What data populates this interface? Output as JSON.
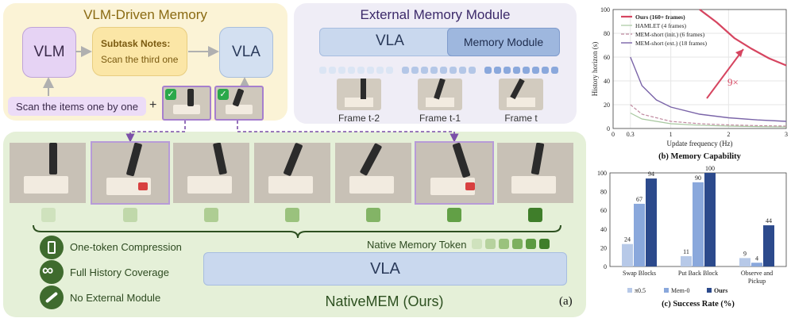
{
  "vlm_panel": {
    "title": "VLM-Driven Memory",
    "vlm_label": "VLM",
    "notes_title": "Subtask Notes:",
    "notes_text": "Scan the third one",
    "vla_label": "VLA",
    "instruction": "Scan the items one by one",
    "plus": "+"
  },
  "ext_panel": {
    "title": "External Memory Module",
    "vla_label": "VLA",
    "module_label": "Memory Module",
    "frames": [
      "Frame t-2",
      "Frame t-1",
      "Frame t"
    ]
  },
  "native_panel": {
    "features": [
      "One-token Compression",
      "Full History Coverage",
      "No External Module"
    ],
    "memory_token_label": "Native Memory Token",
    "vla_label": "VLA",
    "title": "NativeMEM (Ours)",
    "tag": "(a)"
  },
  "colors": {
    "vlm_bg": "#fbf3d6",
    "ext_bg": "#efedf6",
    "native_bg": "#e5f0d8",
    "vla_blue": "#c9d8ee",
    "purple": "#7b4fa8",
    "green_dark": "#3f6b2e",
    "ours_red": "#d64560",
    "bar_light": "#b7c9e8",
    "bar_mid": "#8aa8dc",
    "bar_dark": "#2c4a8c"
  },
  "chart_data": [
    {
      "type": "line",
      "title": "(b) Memory Capability",
      "xlabel": "Update frequency (Hz)",
      "ylabel": "History horizon (s)",
      "xlim": [
        0,
        3
      ],
      "ylim": [
        0,
        100
      ],
      "xticks": [
        "0",
        "0.3",
        "1",
        "2",
        "3"
      ],
      "yticks": [
        "0",
        "20",
        "40",
        "60",
        "80",
        "100"
      ],
      "grid": true,
      "legend": "top-right",
      "annotation": "9×",
      "series": [
        {
          "name": "Ours (160+ frames)",
          "x": [
            1.5,
            1.8,
            2.1,
            2.4,
            2.7,
            3.0
          ],
          "y": [
            100,
            89,
            76,
            67,
            59,
            53
          ]
        },
        {
          "name": "HAMLET (4 frames)",
          "x": [
            0.3,
            0.5,
            1.0,
            1.5,
            2.0,
            2.5,
            3.0
          ],
          "y": [
            13,
            8,
            4,
            2.7,
            2,
            1.6,
            1.3
          ]
        },
        {
          "name": "MEM-short (init.) (6 frames)",
          "x": [
            0.3,
            0.5,
            1.0,
            1.5,
            2.0,
            2.5,
            3.0
          ],
          "y": [
            20,
            12,
            6,
            4,
            3,
            2.4,
            2
          ]
        },
        {
          "name": "MEM-short (ext.) (18 frames)",
          "x": [
            0.3,
            0.5,
            0.75,
            1.0,
            1.5,
            2.0,
            2.5,
            3.0
          ],
          "y": [
            60,
            36,
            24,
            18,
            12,
            9,
            7.2,
            6
          ]
        }
      ]
    },
    {
      "type": "bar",
      "title": "(c) Success Rate (%)",
      "categories": [
        "Swap Blocks",
        "Put Back Block",
        "Observe and Pickup"
      ],
      "ylim": [
        0,
        100
      ],
      "yticks": [
        "0",
        "20",
        "40",
        "60",
        "80",
        "100"
      ],
      "legend": "bottom",
      "series": [
        {
          "name": "π0.5",
          "values": [
            24,
            11,
            9
          ]
        },
        {
          "name": "Mem-0",
          "values": [
            67,
            90,
            4
          ]
        },
        {
          "name": "Ours",
          "values": [
            94,
            100,
            44
          ]
        }
      ]
    }
  ]
}
